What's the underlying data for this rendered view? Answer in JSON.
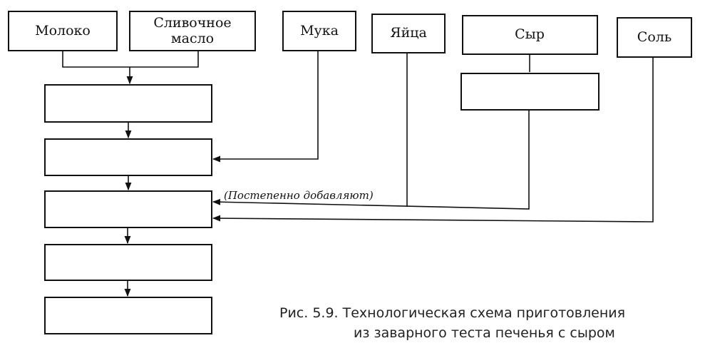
{
  "ingredients": {
    "milk": "Молоко",
    "butter_line1": "Сливочное",
    "butter_line2": "масло",
    "flour": "Мука",
    "eggs": "Яйца",
    "cheese": "Сыр",
    "salt": "Соль"
  },
  "annotation": "(Постепенно добавляют)",
  "caption": {
    "line1": "Рис. 5.9. Технологическая схема приготовления",
    "line2": "из заварного теста печенья с сыром"
  }
}
